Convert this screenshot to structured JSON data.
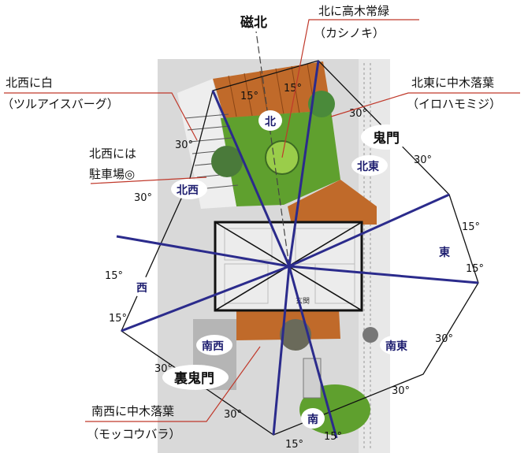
{
  "magnetic_north": "磁北",
  "annotations": {
    "north_tree": "北に高木常緑",
    "north_tree_sub": "（カシノキ）",
    "northeast_tree": "北東に中木落葉",
    "northeast_tree_sub": "（イロハモミジ）",
    "northwest_white": "北西に白",
    "northwest_white_sub": "（ツルアイスバーグ）",
    "northwest_parking_1": "北西には",
    "northwest_parking_2": "駐車場◎",
    "southwest_tree": "南西に中木落葉",
    "southwest_tree_sub": "（モッコウバラ）"
  },
  "directions": {
    "north": "北",
    "northeast": "北東",
    "east": "東",
    "southeast": "南東",
    "south": "南",
    "southwest": "南西",
    "west": "西",
    "northwest": "北西"
  },
  "special_labels": {
    "kimon": "鬼門",
    "ura_kimon": "裏鬼門"
  },
  "entrance_label": "玄関",
  "angle_labels": [
    "15°",
    "15°",
    "30°",
    "30°",
    "15°",
    "15°",
    "30°",
    "30°",
    "15°",
    "15°",
    "30°",
    "30°",
    "15°",
    "15°",
    "30°",
    "30°"
  ],
  "colors": {
    "line": "#2b2b8c",
    "annotation_line": "#c0392b",
    "deck": "#c06a2a",
    "lawn": "#5fa02e",
    "paving": "#d8d8d8"
  }
}
